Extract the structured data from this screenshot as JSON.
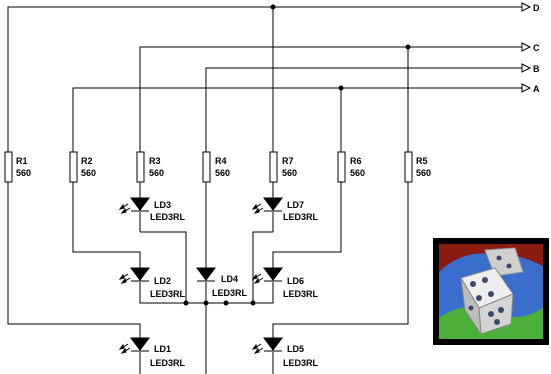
{
  "outputs": {
    "D": "D",
    "C": "C",
    "B": "B",
    "A": "A"
  },
  "resistors": [
    {
      "name": "R1",
      "value": "560"
    },
    {
      "name": "R2",
      "value": "560"
    },
    {
      "name": "R3",
      "value": "560"
    },
    {
      "name": "R4",
      "value": "560"
    },
    {
      "name": "R7",
      "value": "560"
    },
    {
      "name": "R6",
      "value": "560"
    },
    {
      "name": "R5",
      "value": "560"
    }
  ],
  "leds": [
    {
      "name": "LD3",
      "part": "LED3RL"
    },
    {
      "name": "LD7",
      "part": "LED3RL"
    },
    {
      "name": "LD2",
      "part": "LED3RL"
    },
    {
      "name": "LD4",
      "part": "LED3RL"
    },
    {
      "name": "LD6",
      "part": "LED3RL"
    },
    {
      "name": "LD1",
      "part": "LED3RL"
    },
    {
      "name": "LD5",
      "part": "LED3RL"
    }
  ],
  "colors": {
    "wire": "#000000",
    "dice_bg_top": "#8b1a10",
    "dice_bg_sky": "#3a6ecc",
    "dice_grass": "#4caf3a",
    "dice_face": "#e8e8e8",
    "dice_pip": "#3c4a6a"
  },
  "icons": {
    "dice_picture": "dice-icon"
  }
}
